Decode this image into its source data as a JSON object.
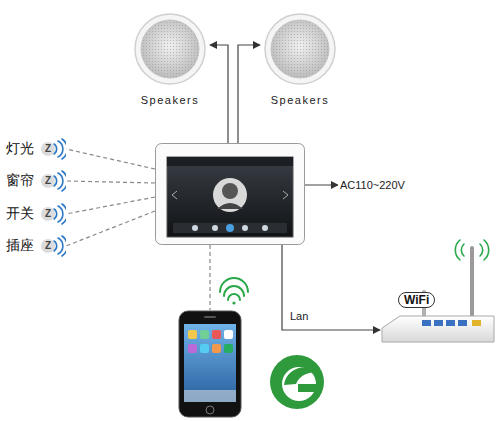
{
  "diagram": {
    "nodes": [
      {
        "text": [
          "Speakers"
        ]
      },
      {
        "text": [
          "Speakers"
        ]
      },
      {
        "text": [
          "灯光",
          "Z"
        ]
      },
      {
        "text": [
          "窗帘",
          "Z"
        ]
      },
      {
        "text": [
          "开关",
          "Z"
        ]
      },
      {
        "text": [
          "插座",
          "Z"
        ]
      },
      {
        "text": []
      },
      {
        "text": [
          "AC110~220V"
        ]
      },
      {
        "text": [
          "WiFi"
        ]
      },
      {
        "text": []
      }
    ],
    "edges": [
      {
        "from": 6,
        "to": 0,
        "arrow": "to"
      },
      {
        "from": 6,
        "to": 1,
        "arrow": "to"
      },
      {
        "from": 6,
        "to": 2,
        "arrow": "none"
      },
      {
        "from": 6,
        "to": 3,
        "arrow": "none"
      },
      {
        "from": 6,
        "to": 4,
        "arrow": "none"
      },
      {
        "from": 6,
        "to": 5,
        "arrow": "none"
      },
      {
        "from": 6,
        "to": 7,
        "arrow": "to"
      },
      {
        "from": 6,
        "to": 8,
        "label": "Lan",
        "arrow": "to"
      },
      {
        "from": 6,
        "to": 9,
        "arrow": "none"
      }
    ]
  }
}
